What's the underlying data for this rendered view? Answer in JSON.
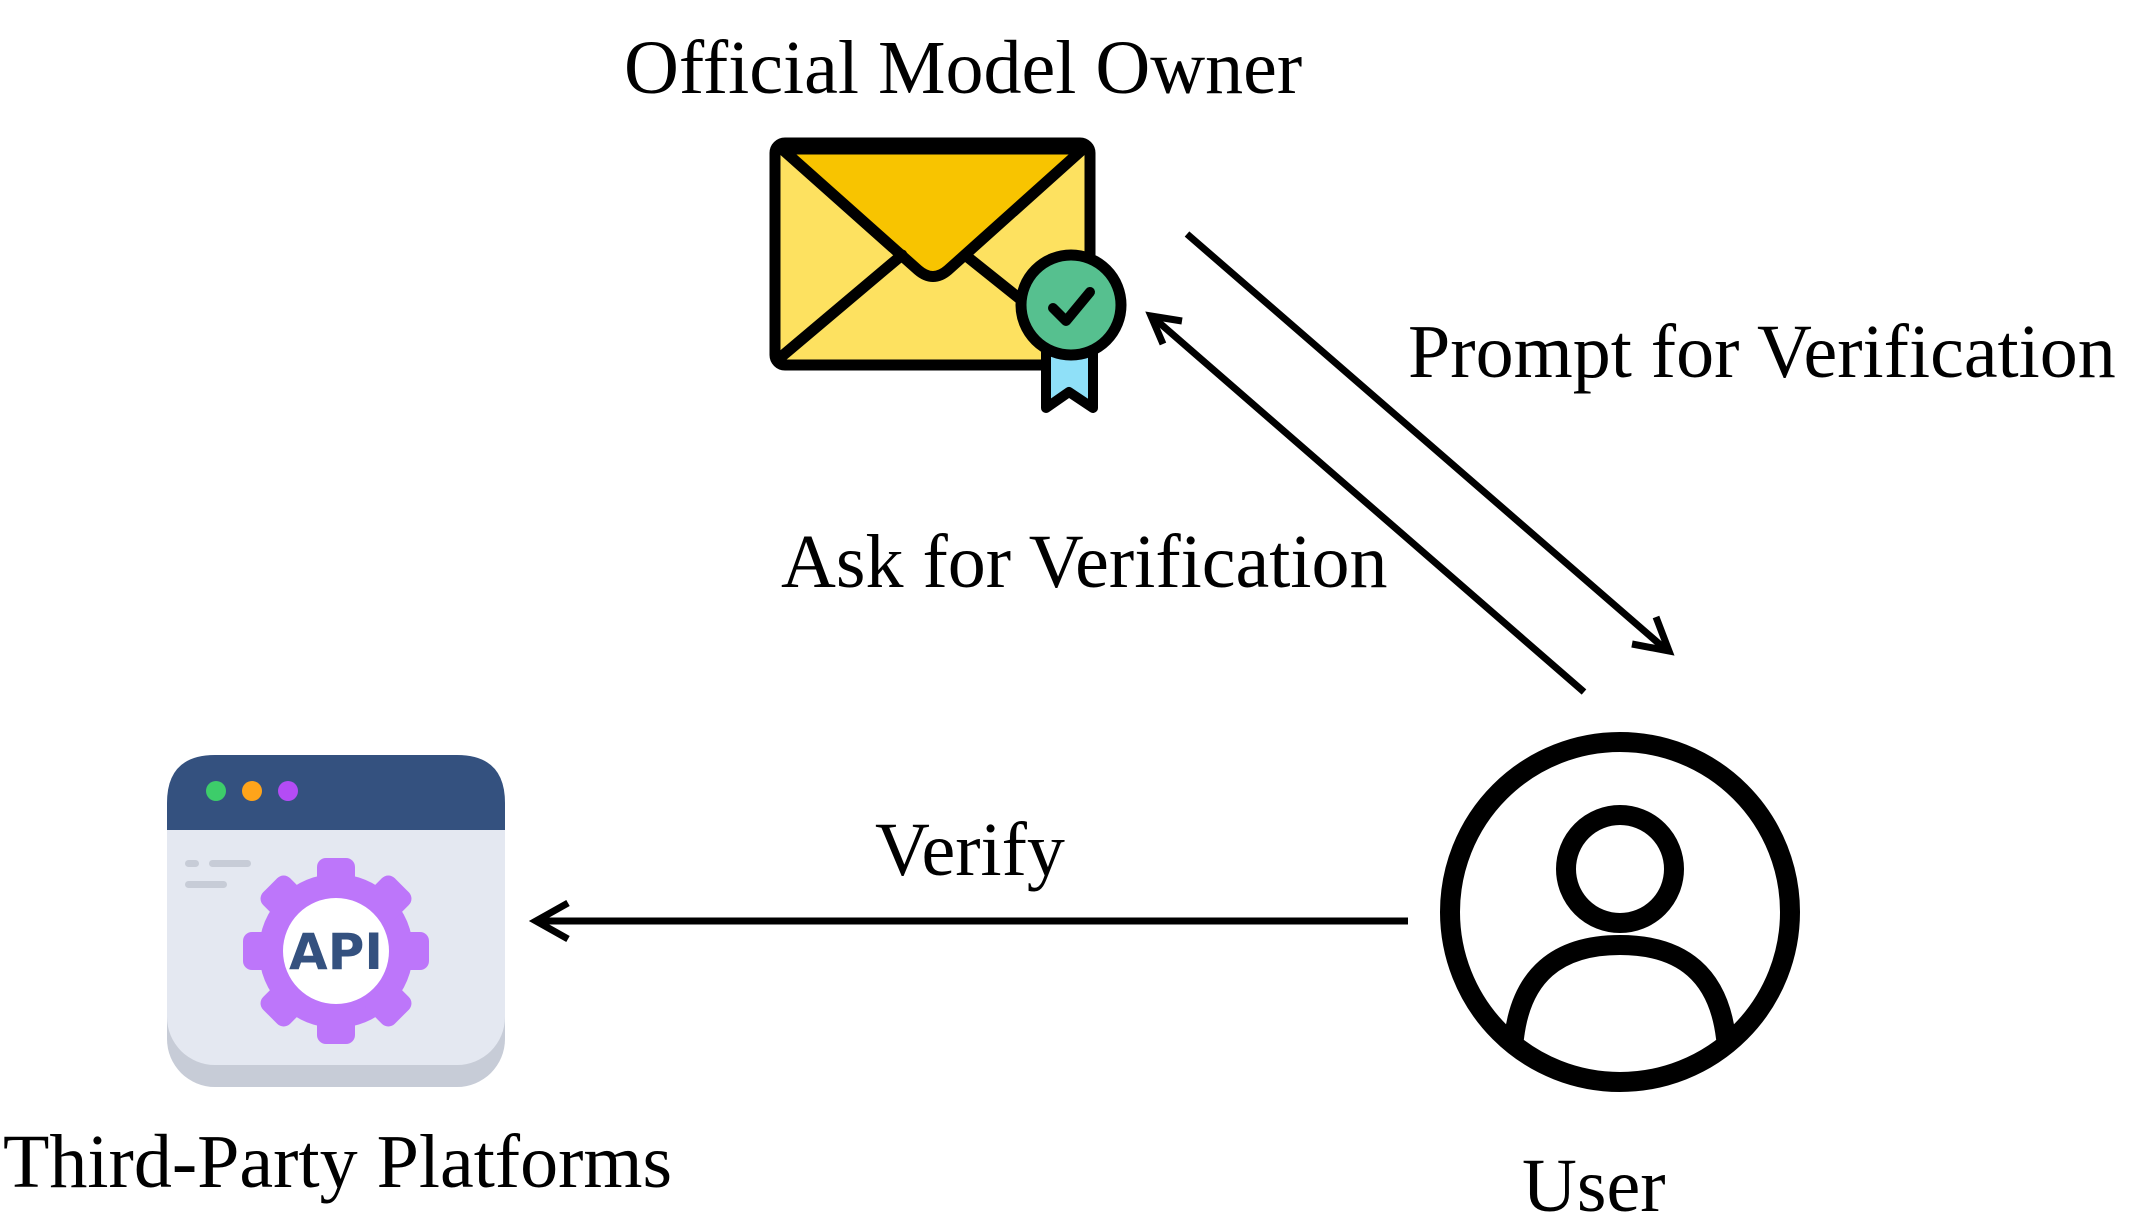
{
  "nodes": {
    "owner": {
      "label": "Official Model Owner",
      "icon": "certified-envelope-icon"
    },
    "user": {
      "label": "User",
      "icon": "user-avatar-icon"
    },
    "platforms": {
      "label": "Third-Party Platforms",
      "icon": "api-window-icon",
      "icon_text": "API"
    }
  },
  "edges": {
    "prompt": {
      "label": "Prompt for Verification",
      "from": "owner",
      "to": "user"
    },
    "ask": {
      "label": "Ask for Verification",
      "from": "user",
      "to": "owner"
    },
    "verify": {
      "label": "Verify",
      "from": "user",
      "to": "platforms"
    }
  },
  "colors": {
    "envelope_front": "#FDE160",
    "envelope_flap": "#F8C400",
    "badge": "#56C08F",
    "ribbon": "#8FE0F8",
    "window_header": "#34517F",
    "window_body": "#E4E8F1",
    "gear": "#BD76FA",
    "api_text": "#34517F",
    "dot_green": "#3DCD6A",
    "dot_orange": "#FFA41A",
    "dot_purple": "#B44CF5"
  }
}
